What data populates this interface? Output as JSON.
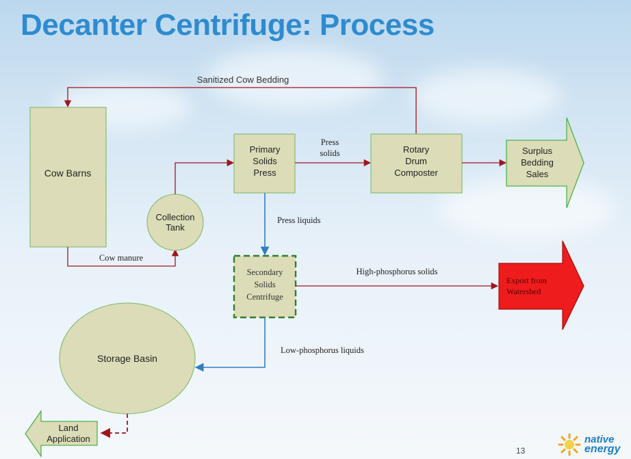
{
  "title": "Decanter Centrifuge: Process",
  "nodes": {
    "cow_barns": "Cow Barns",
    "collection_tank": [
      "Collection",
      "Tank"
    ],
    "primary_press": [
      "Primary",
      "Solids",
      "Press"
    ],
    "rotary_composter": [
      "Rotary",
      "Drum",
      "Composter"
    ],
    "surplus_sales": [
      "Surplus",
      "Bedding",
      "Sales"
    ],
    "secondary_centrifuge": [
      "Secondary",
      "Solids",
      "Centrifuge"
    ],
    "export": [
      "Export from",
      "Watershed"
    ],
    "storage_basin": "Storage Basin",
    "land_application": [
      "Land",
      "Application"
    ]
  },
  "edges": {
    "sanitized_bedding": "Sanitized Cow Bedding",
    "cow_manure": "Cow manure",
    "press_solids": [
      "Press",
      "solids"
    ],
    "press_liquids": "Press liquids",
    "high_p_solids": "High-phosphorus solids",
    "low_p_liquids": "Low-phosphorus liquids"
  },
  "page_number": "13",
  "logo": {
    "line1": "native",
    "line2": "energy"
  },
  "colors": {
    "title": "#2e8bd0",
    "box_fill": "#dcdcb8",
    "box_stroke": "#8fc07a",
    "red_arrow": "#a0141e",
    "blue_arrow": "#2f7fc1",
    "export_fill": "#ee1c1c",
    "dashed_border": "#2f7f2f"
  }
}
